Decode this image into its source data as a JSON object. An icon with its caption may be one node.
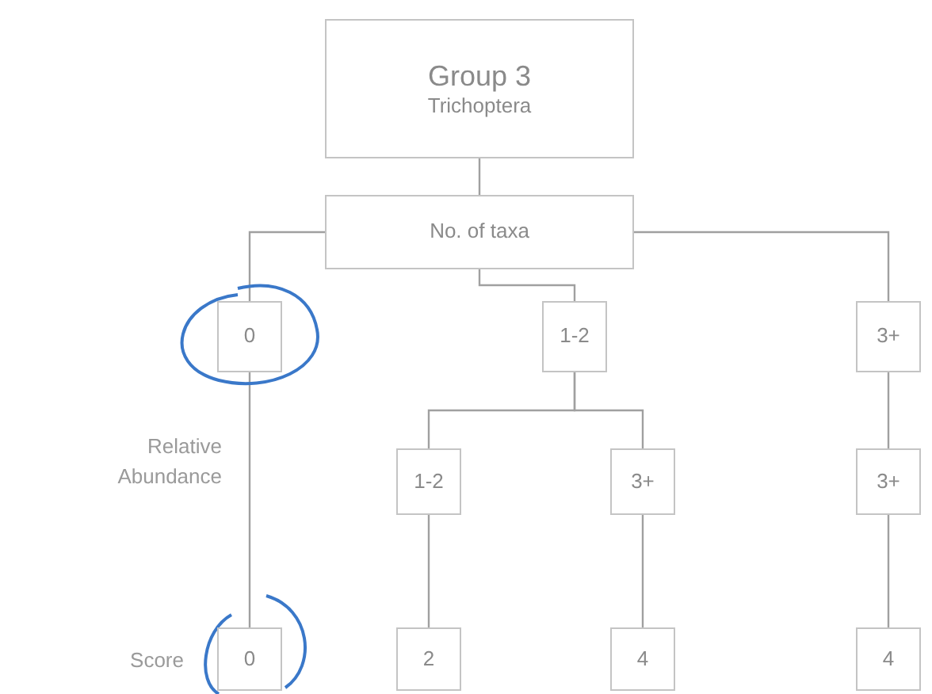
{
  "diagram": {
    "nodes": [
      {
        "text": [
          "Group 3",
          "Trichoptera"
        ]
      },
      {
        "text": [
          "No. of taxa"
        ]
      },
      {
        "text": [
          "0"
        ]
      },
      {
        "text": [
          "1-2"
        ]
      },
      {
        "text": [
          "3+"
        ]
      },
      {
        "text": [
          "1-2"
        ]
      },
      {
        "text": [
          "3+"
        ]
      },
      {
        "text": [
          "3+"
        ]
      },
      {
        "text": [
          "0"
        ]
      },
      {
        "text": [
          "2"
        ]
      },
      {
        "text": [
          "4"
        ]
      },
      {
        "text": [
          "4"
        ]
      }
    ],
    "edges": [
      {
        "from": 0,
        "to": 1,
        "arrow": "none"
      },
      {
        "from": 1,
        "to": 2,
        "arrow": "none"
      },
      {
        "from": 1,
        "to": 3,
        "arrow": "none"
      },
      {
        "from": 1,
        "to": 4,
        "arrow": "none"
      },
      {
        "from": 3,
        "to": 5,
        "arrow": "none"
      },
      {
        "from": 3,
        "to": 6,
        "arrow": "none"
      },
      {
        "from": 4,
        "to": 7,
        "arrow": "none"
      },
      {
        "from": 2,
        "to": 8,
        "arrow": "none"
      },
      {
        "from": 5,
        "to": 9,
        "arrow": "none"
      },
      {
        "from": 6,
        "to": 10,
        "arrow": "none"
      },
      {
        "from": 7,
        "to": 11,
        "arrow": "none"
      }
    ],
    "labels": [
      "Relative Abundance",
      "Score"
    ]
  }
}
